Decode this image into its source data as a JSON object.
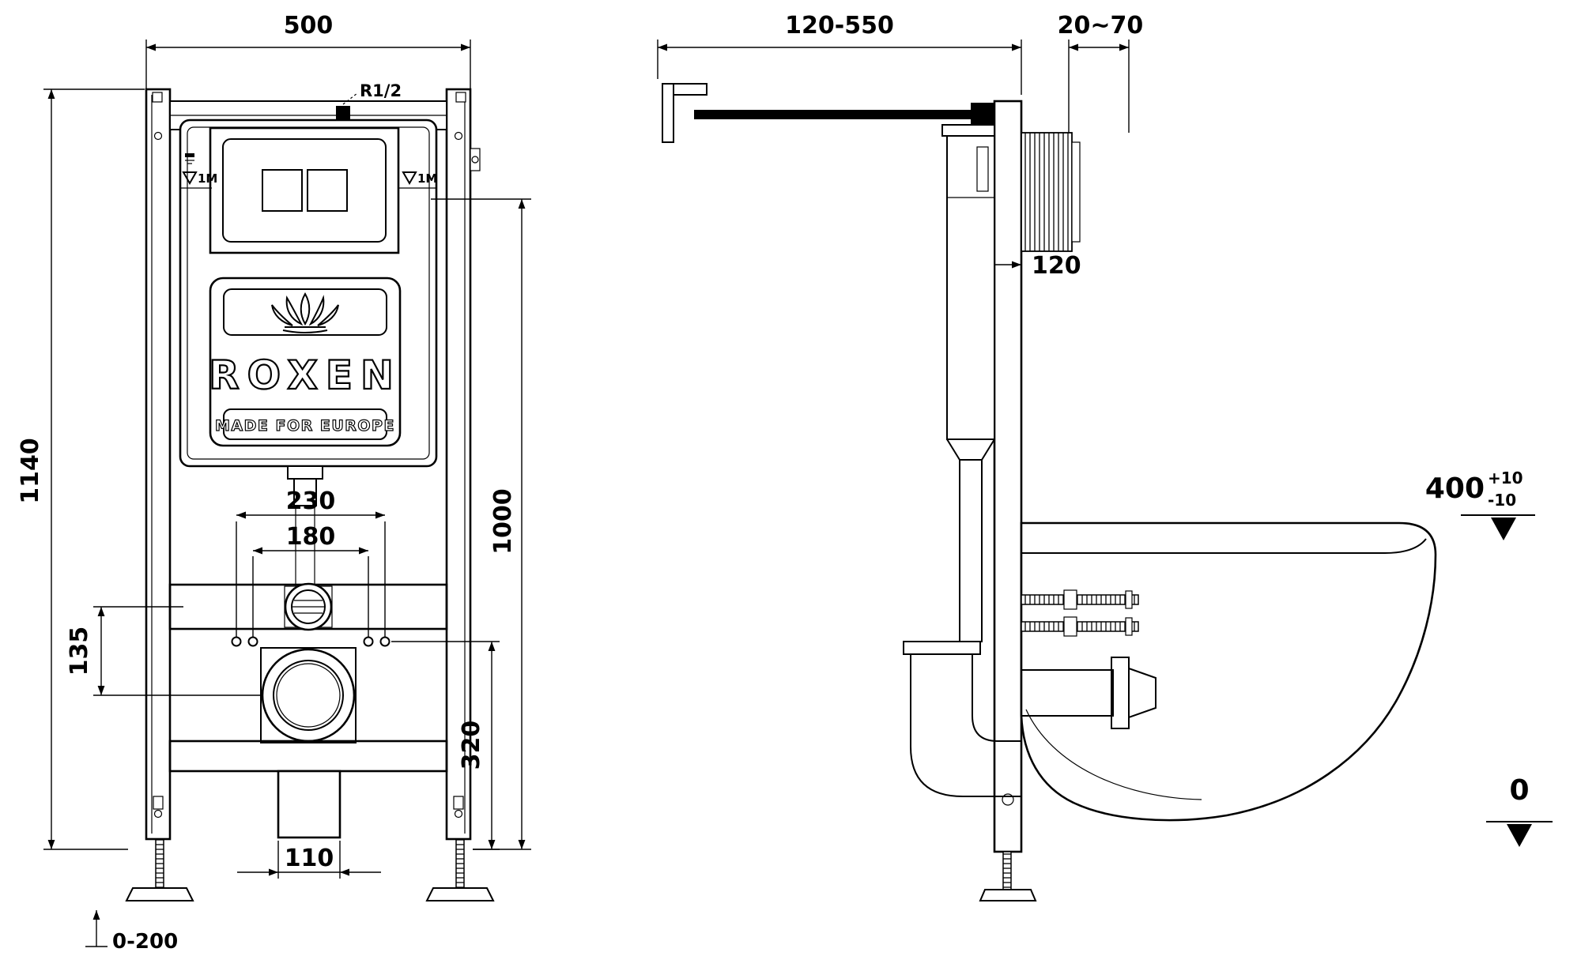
{
  "drawing": {
    "kind": "wall-hung-toilet-installation-frame",
    "units": "mm",
    "line_color": "#000000",
    "frame_fill": "#8a8a8a",
    "bar_fill": "#ededed",
    "pipe_fill": "#9a9a9a"
  },
  "brand": {
    "name": "ROXEN",
    "tagline": "MADE FOR EUROPE"
  },
  "front_view": {
    "frame_width": "500",
    "frame_height": "1140",
    "level_height": "1000",
    "span_outer": "230",
    "span_inner": "180",
    "inlet_to_drain": "135",
    "drain_to_base": "320",
    "outlet_width": "110",
    "foot_adjustment": "0-200",
    "water_inlet": "R1/2",
    "level_mark_left": "1M",
    "level_mark_right": "1M"
  },
  "side_view": {
    "arm_length_range": "120-550",
    "wall_clearance": "20~70",
    "cistern_depth": "120",
    "bowl_top_height": "400",
    "tolerance_plus": "+10",
    "tolerance_minus": "-10",
    "floor_level": "0"
  }
}
